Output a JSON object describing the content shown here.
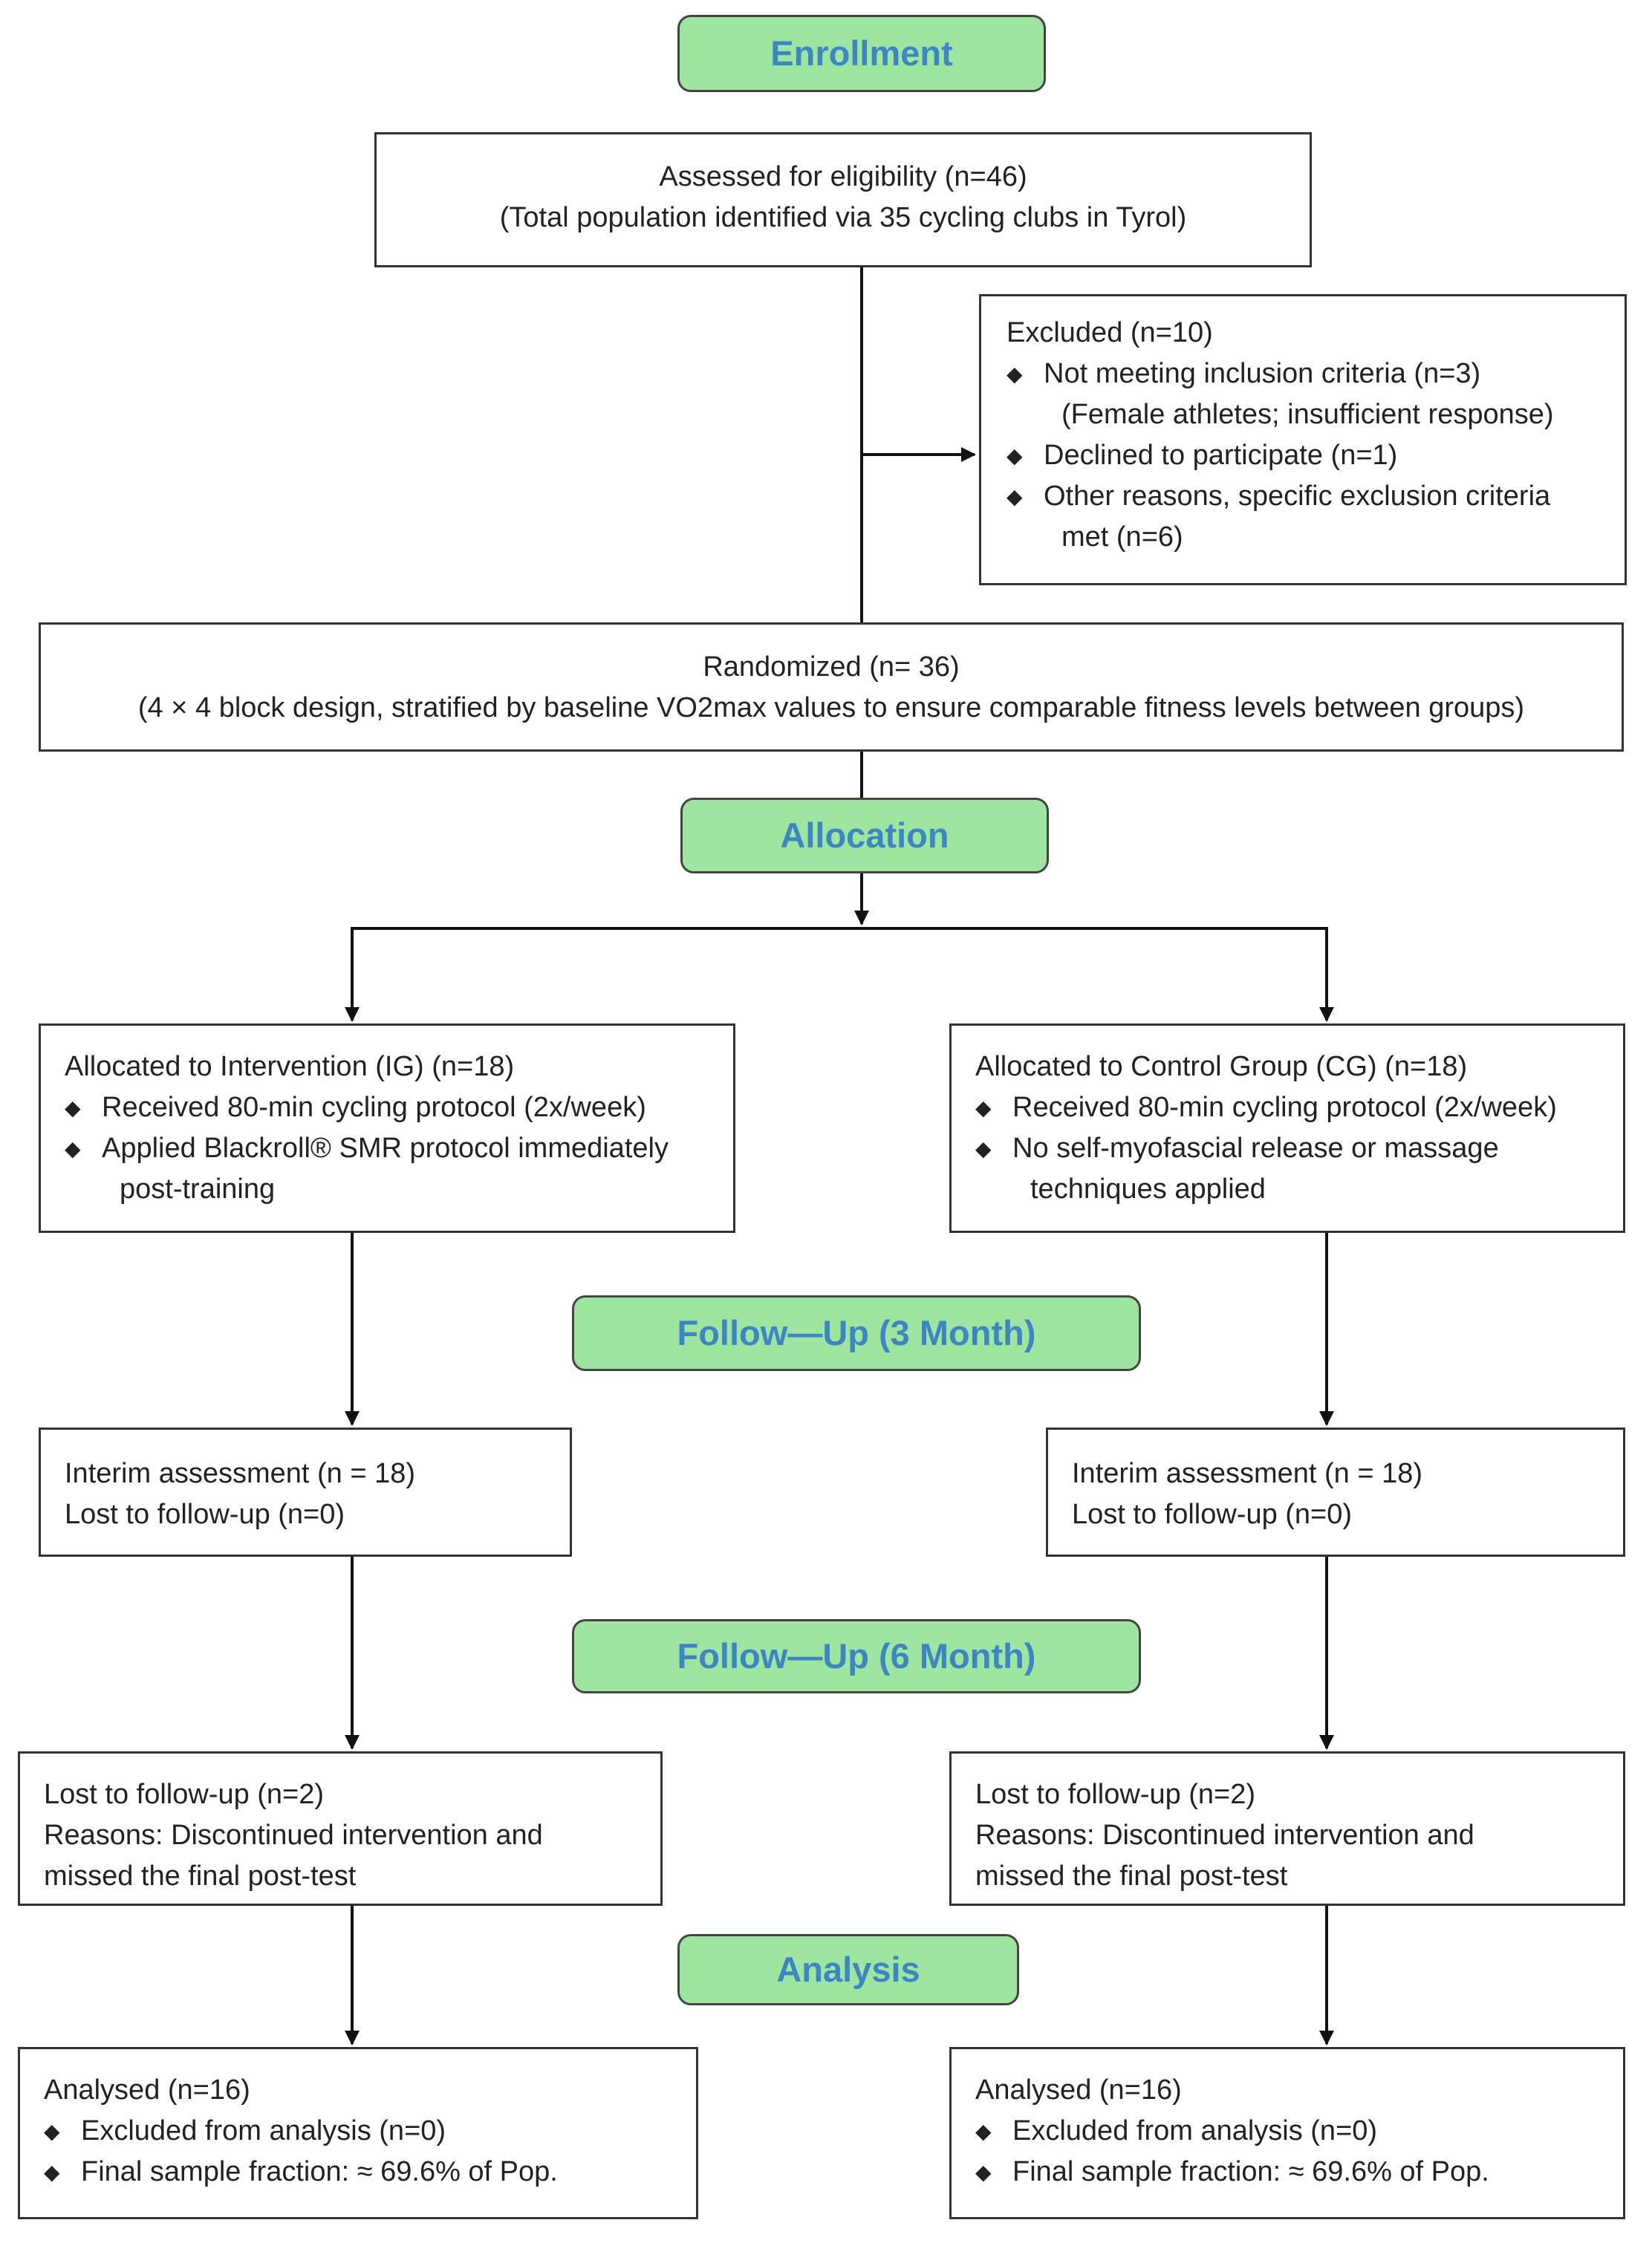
{
  "phases": {
    "enrollment": "Enrollment",
    "allocation": "Allocation",
    "followup3": "Follow—Up (3 Month)",
    "followup6": "Follow—Up (6 Month)",
    "analysis": "Analysis"
  },
  "bullet_glyph": "◆",
  "eligibility": {
    "line1": "Assessed for eligibility (n=46)",
    "line2": "(Total population identified via 35 cycling clubs in Tyrol)"
  },
  "excluded": {
    "title": "Excluded (n=10)",
    "items": [
      {
        "text": "Not meeting inclusion criteria (n=3)",
        "cont": "(Female athletes; insufficient response)"
      },
      {
        "text": "Declined to participate (n=1)"
      },
      {
        "text": "Other reasons, specific exclusion criteria",
        "cont": "met (n=6)"
      }
    ]
  },
  "randomized": {
    "line1": "Randomized (n= 36)",
    "line2": "(4 × 4 block design, stratified by baseline VO2max values to ensure comparable fitness levels between groups)"
  },
  "intervention": {
    "allocated": {
      "title": "Allocated to Intervention (IG) (n=18)",
      "items": [
        {
          "text": "Received 80-min cycling protocol (2x/week)"
        },
        {
          "text": "Applied Blackroll® SMR protocol immediately",
          "cont": "post-training"
        }
      ]
    },
    "interim": {
      "line1": "Interim assessment (n = 18)",
      "line2": "Lost to follow-up (n=0)"
    },
    "lost": {
      "line1": "Lost to follow-up (n=2)",
      "line2": "Reasons: Discontinued intervention and",
      "line3": "missed the final post-test"
    },
    "analysed": {
      "title": "Analysed  (n=16)",
      "items": [
        {
          "text": "Excluded from analysis (n=0)"
        },
        {
          "text": "Final sample fraction: ≈ 69.6% of Pop."
        }
      ]
    }
  },
  "control": {
    "allocated": {
      "title": "Allocated to Control Group (CG) (n=18)",
      "items": [
        {
          "text": "Received 80-min cycling protocol (2x/week)"
        },
        {
          "text": "No self-myofascial release or massage",
          "cont": "techniques applied"
        }
      ]
    },
    "interim": {
      "line1": "Interim assessment (n = 18)",
      "line2": "Lost to follow-up (n=0)"
    },
    "lost": {
      "line1": "Lost to follow-up (n=2)",
      "line2": "Reasons: Discontinued intervention and",
      "line3": "missed the final post-test"
    },
    "analysed": {
      "title": "Analysed  (n=16)",
      "items": [
        {
          "text": "Excluded from analysis (n=0)"
        },
        {
          "text": "Final sample fraction: ≈ 69.6% of Pop."
        }
      ]
    }
  }
}
